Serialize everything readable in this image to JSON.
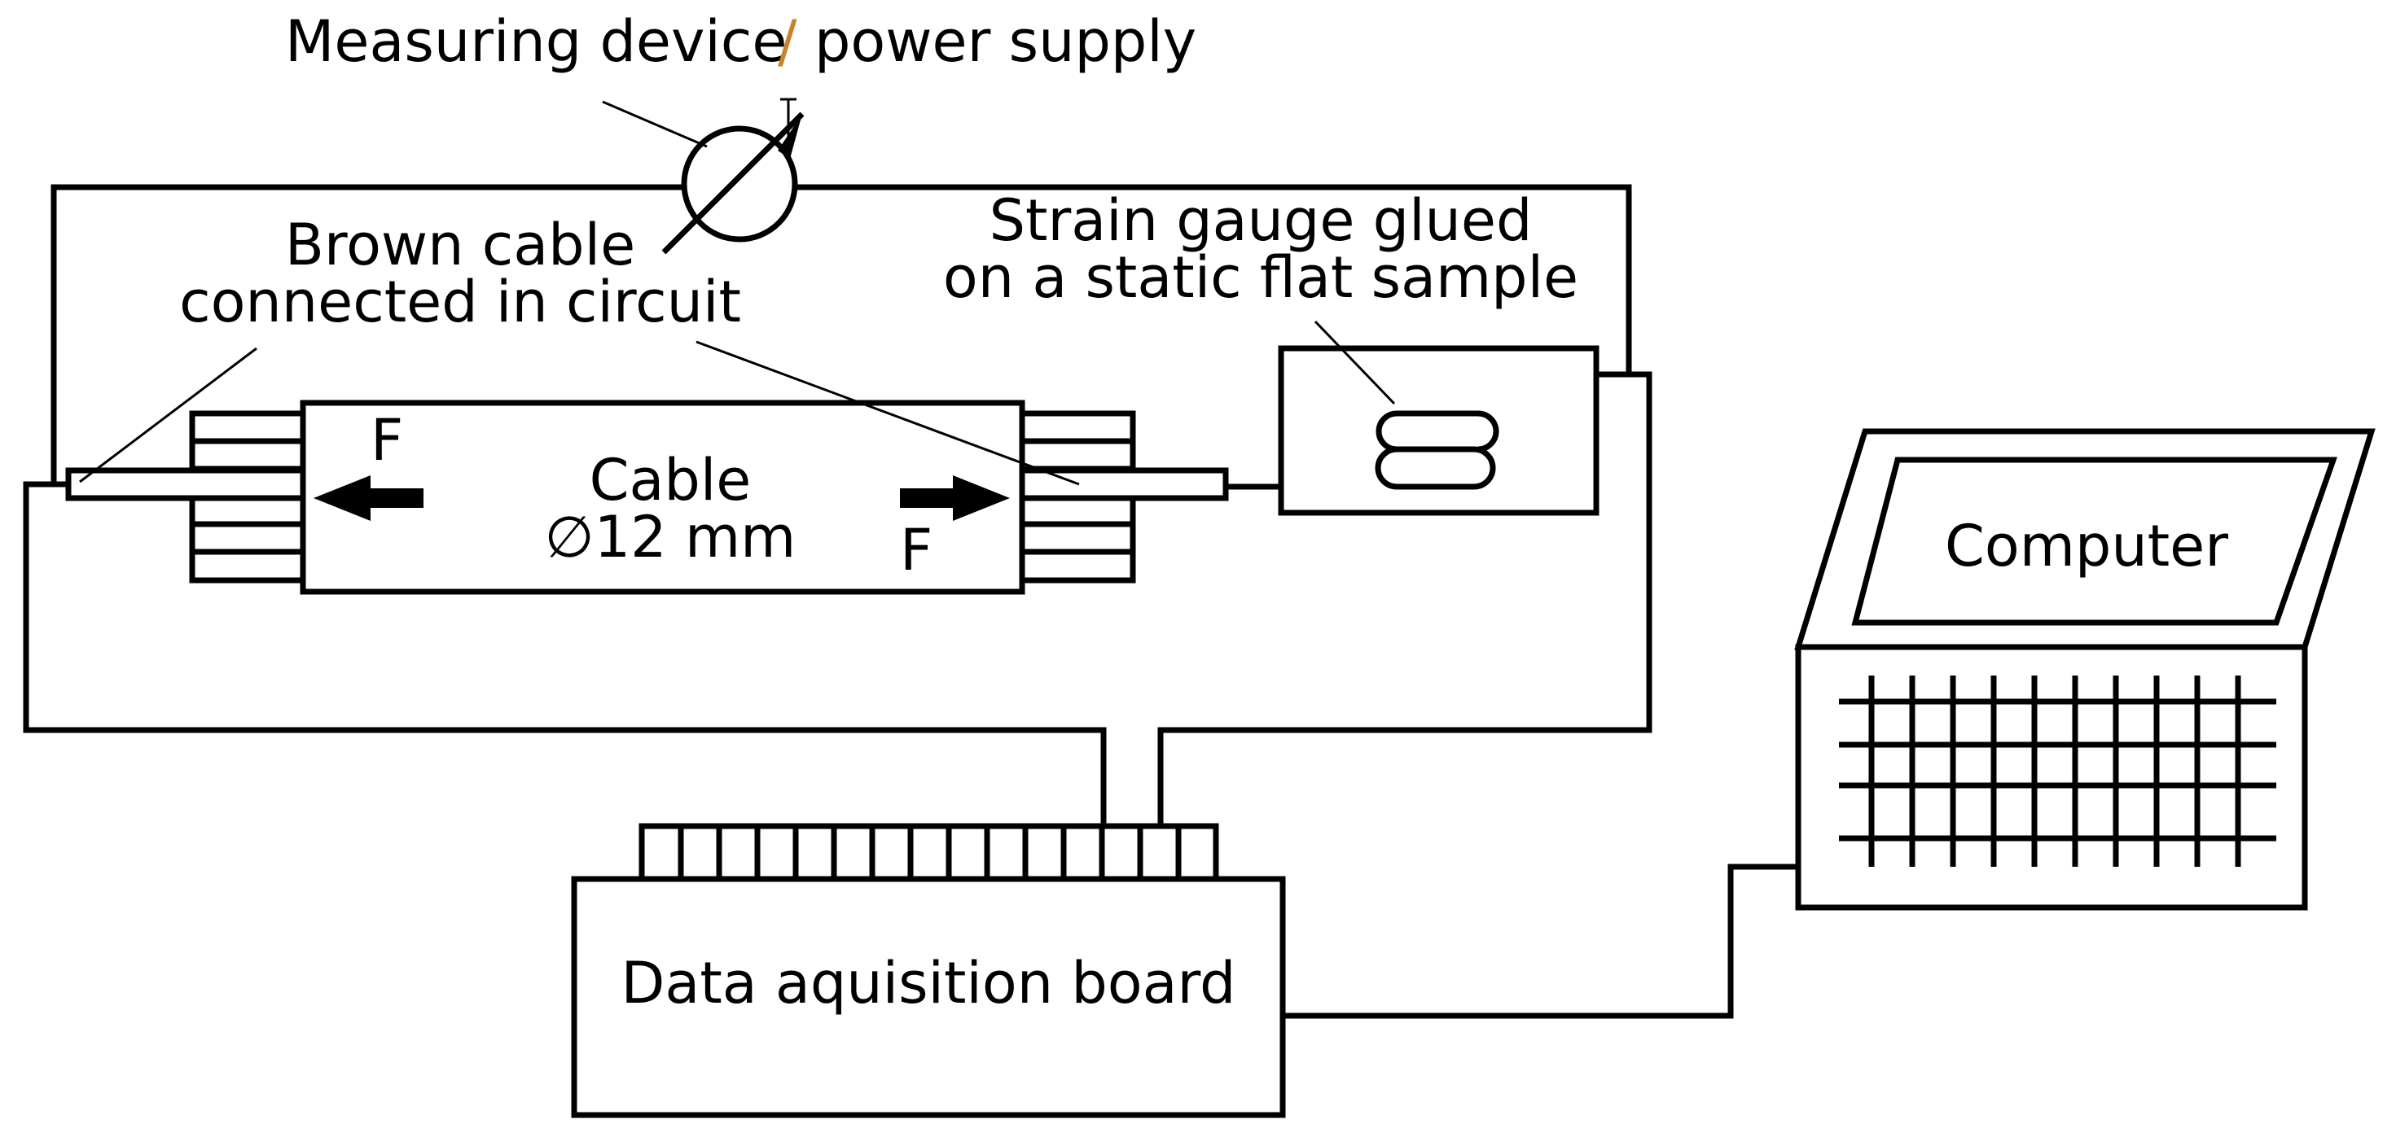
{
  "labels": {
    "measuring_device": "Measuring device",
    "separator": "/",
    "power_supply": "power supply",
    "brown_cable_line1": "Brown cable",
    "brown_cable_line2": "connected in circuit",
    "strain_gauge_line1": "Strain gauge glued",
    "strain_gauge_line2": "on a static flat sample",
    "cable_line1": "Cable",
    "cable_line2": "∅12 mm",
    "force_left": "F",
    "force_right": "F",
    "computer": "Computer",
    "daq_board": "Data aquisition board"
  },
  "colors": {
    "stroke": "#000000",
    "separator_accent": "#c9842a"
  }
}
